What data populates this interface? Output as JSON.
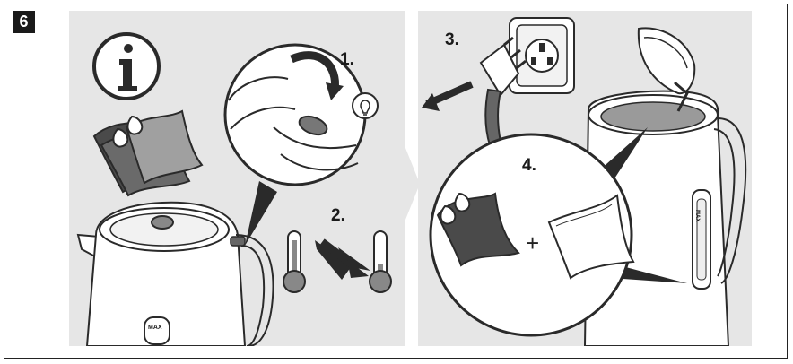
{
  "step_number": "6",
  "steps": {
    "s1": "1.",
    "s2": "2.",
    "s3": "3.",
    "s4": "4."
  },
  "kettle_label": "MAX",
  "plus_sign": "+",
  "colors": {
    "panel_bg": "#e6e6e6",
    "line": "#2a2a2a",
    "dark_fill": "#555555",
    "light_fill": "#ffffff"
  }
}
